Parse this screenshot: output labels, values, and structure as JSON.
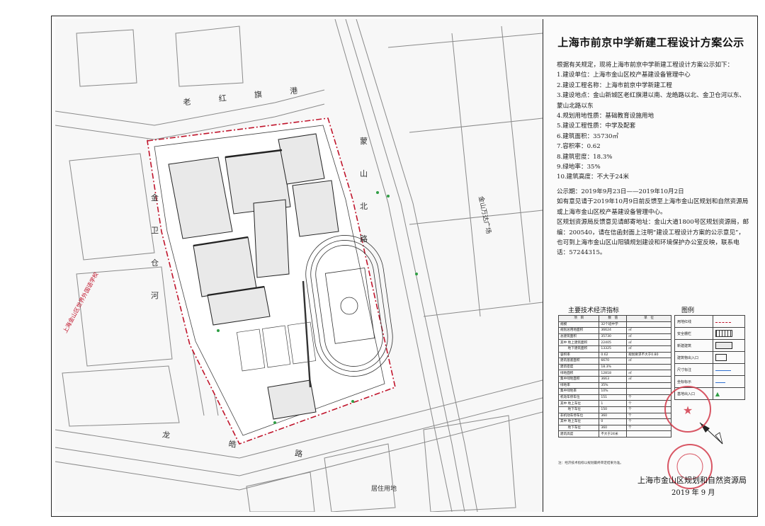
{
  "title": "上海市前京中学新建工程设计方案公示",
  "notice": {
    "intro": "根据有关规定，现将上海市前京中学新建工程设计方案公示如下：",
    "items": [
      "1.建设单位：上海市金山区校产基建设备管理中心",
      "2.建设工程名称：上海市前京中学新建工程",
      "3.建设地点：金山新城区老红旗港以南、龙皓路以北、金卫仓河以东、蒙山北路以东",
      "4.规划用地性质：基础教育设施用地",
      "5.建设工程性质：中学及配套",
      "6.建筑面积：35730㎡",
      "7.容积率：0.62",
      "8.建筑密度：18.3%",
      "9.绿地率：35%",
      "10.建筑高度：不大于24米"
    ],
    "period": "公示期：2019年9月23日——2019年10月2日",
    "feedback1": "如有意见请于2019年10月9日前反馈至上海市金山区规划和自然资源局或上海市金山区校产基建设备管理中心。",
    "feedback2": "区规划资源局反馈意见请邮寄地址：金山大道1800号区规划资源局，邮编：200540，请在信函封面上注明“建设工程设计方案的公示意见”，也可到上海市金山区山阳镇规划建设和环境保护办公室反映，联系电话：57244315。"
  },
  "table": {
    "heading": "主要技术经济指标",
    "headers": [
      "项　目",
      "数　值",
      "单　位"
    ],
    "rows": [
      [
        "规模",
        "32个班中学",
        ""
      ],
      [
        "规划总用地面积",
        "36624",
        "㎡"
      ],
      [
        "总建筑面积",
        "35730",
        "㎡"
      ],
      [
        "其中 地上建筑面积",
        "22405",
        "㎡"
      ],
      [
        "　　 地下建筑面积",
        "13325",
        "㎡"
      ],
      [
        "容积率",
        "0.62",
        "规划要求不大于0.80"
      ],
      [
        "建筑基底面积",
        "6670",
        "㎡"
      ],
      [
        "建筑密度",
        "18.3%",
        ""
      ],
      [
        "绿地面积",
        "12818",
        "㎡"
      ],
      [
        "集中绿地面积",
        "3663",
        "㎡"
      ],
      [
        "绿地率",
        "35%",
        ""
      ],
      [
        "集中绿地率",
        "10%",
        ""
      ],
      [
        "机动车停车位",
        "151",
        "个"
      ],
      [
        "其中 地上车位",
        "1",
        "个"
      ],
      [
        "　　 地下车位",
        "150",
        "个"
      ],
      [
        "非机动车停车位",
        "360",
        "个"
      ],
      [
        "其中 地上车位",
        "0",
        "个"
      ],
      [
        "　　 地下车位",
        "360",
        "个"
      ],
      [
        "建筑高度",
        "不大于24米",
        ""
      ]
    ],
    "footnote": "注：经济技术指标以规划最终审定结果为准。"
  },
  "legend": {
    "heading": "图例",
    "items": [
      "用地红线",
      "安全栅栏",
      "新建建筑",
      "建筑物出入口",
      "尺寸标注",
      "坐标标示",
      "基地出入口"
    ]
  },
  "map_labels": {
    "north_road": "老 红 旗 港",
    "east_road": "蒙 山 北 路",
    "west_river": "金 卫 仓 河",
    "south_road": "龙 皓 路",
    "plaza": "金山万达广场",
    "neighbor_school": "上海金山区世界外国语学校",
    "residential": "居住用地"
  },
  "footer": {
    "org": "上海市金山区规划和自然资源局",
    "date": "2019 年 9 月"
  },
  "colors": {
    "red_line": "#c0142b",
    "seal": "#d23a4a"
  }
}
